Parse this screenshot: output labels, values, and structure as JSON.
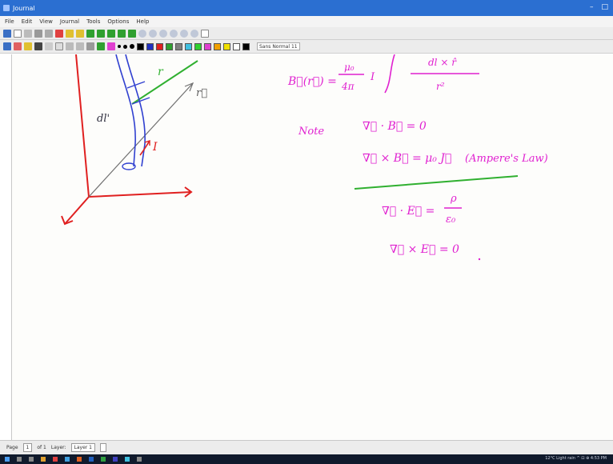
{
  "window": {
    "title": "Journal",
    "controls": [
      "–",
      "□"
    ]
  },
  "menu": [
    "File",
    "Edit",
    "View",
    "Journal",
    "Tools",
    "Options",
    "Help"
  ],
  "toolbar2": {
    "font_label": "Sans Normal 11"
  },
  "colors": {
    "accent": "#2b6fd1",
    "ink_magenta": "#e020d0",
    "ink_red": "#e02020",
    "ink_green": "#30b030",
    "ink_blue": "#3040d0",
    "swatches": [
      "#000000",
      "#2030c0",
      "#e02020",
      "#30a030",
      "#808080",
      "#40c0e0",
      "#30d030",
      "#e040d0",
      "#f0a000",
      "#f0e000",
      "#ffffff"
    ]
  },
  "canvas": {
    "labels": {
      "r_label": "r",
      "rvec_label": "r⃗",
      "dl_label": "dl'",
      "current_label": "I"
    },
    "equations": {
      "biot": {
        "lhs": "B⃗(r⃗) =",
        "num": "μ₀",
        "den": "4π",
        "coef": "I",
        "int_num": "dl × r̂",
        "int_den": "r²"
      },
      "note": "Note",
      "div_b": "∇⃗ · B⃗ = 0",
      "curl_b": "∇⃗ × B⃗ = μ₀ J⃗",
      "ampere": "(Ampere's Law)",
      "div_e_lhs": "∇⃗ · E⃗ =",
      "div_e_num": "ρ",
      "div_e_den": "ε₀",
      "curl_e": "∇⃗ × E⃗ = 0"
    }
  },
  "status": {
    "page_label": "Page",
    "page_value": "1",
    "page_total": "of 1",
    "layer_label": "Layer:",
    "layer_value": "Layer 1"
  },
  "taskbar": {
    "tray_text": "12°C Light rain  ^  ⊡  ⊕  4:53 PM"
  }
}
